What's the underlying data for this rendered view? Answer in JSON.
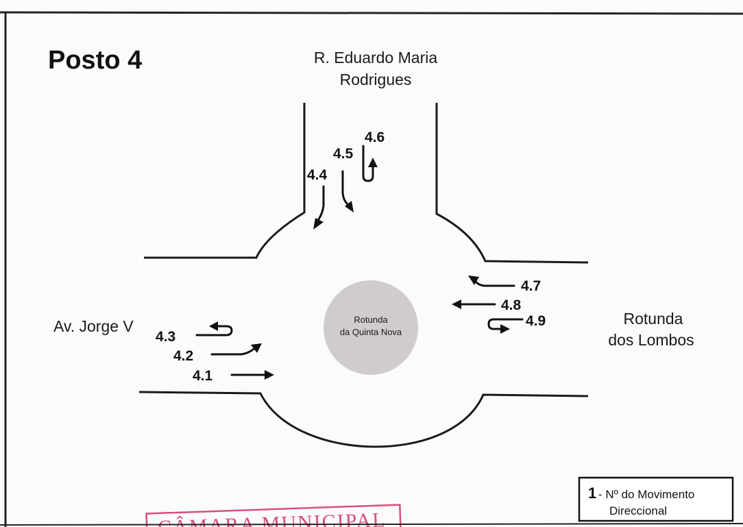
{
  "title": "Posto 4",
  "streets": {
    "north_line1": "R. Eduardo Maria",
    "north_line2": "Rodrigues",
    "west": "Av. Jorge V",
    "east_line1": "Rotunda",
    "east_line2": "dos Lombos"
  },
  "roundabout": {
    "line1": "Rotunda",
    "line2": "da Quinta Nova",
    "fill_color": "#cfcccb"
  },
  "movements": [
    {
      "id": "4.1",
      "label": "4.1"
    },
    {
      "id": "4.2",
      "label": "4.2"
    },
    {
      "id": "4.3",
      "label": "4.3"
    },
    {
      "id": "4.4",
      "label": "4.4"
    },
    {
      "id": "4.5",
      "label": "4.5"
    },
    {
      "id": "4.6",
      "label": "4.6"
    },
    {
      "id": "4.7",
      "label": "4.7"
    },
    {
      "id": "4.8",
      "label": "4.8"
    },
    {
      "id": "4.9",
      "label": "4.9"
    }
  ],
  "legend": {
    "number": "1",
    "line1": "- Nº do Movimento",
    "line2": "Direccional"
  },
  "stamp": {
    "text": "CÂMARA MUNICIPAL",
    "color": "#d6507a"
  }
}
